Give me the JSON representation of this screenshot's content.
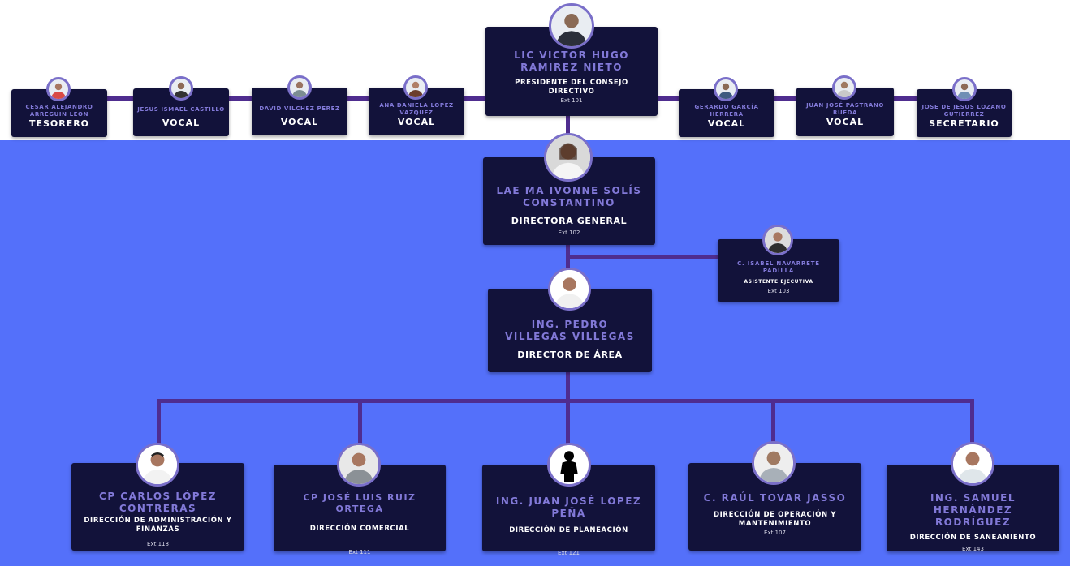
{
  "colors": {
    "background_top": "#ffffff",
    "background_main": "#5470fa",
    "card": "#12123a",
    "connector": "#4f2d8f",
    "name_text": "#8279d8",
    "role_text": "#ffffff"
  },
  "president": {
    "name": "LIC VICTOR HUGO RAMIREZ NIETO",
    "role": "PRESIDENTE  DEL CONSEJO DIRECTIVO",
    "ext": "Ext 101"
  },
  "board_left": [
    {
      "name": "CESAR ALEJANDRO ARREGUIN LEON",
      "role": "TESORERO"
    },
    {
      "name": "JESUS ISMAEL CASTILLO",
      "role": "VOCAL"
    },
    {
      "name": "DAVID VILCHEZ PEREZ",
      "role": "VOCAL"
    },
    {
      "name": "ANA DANIELA LOPEZ VAZQUEZ",
      "role": "VOCAL"
    }
  ],
  "board_right": [
    {
      "name": "GERARDO GARCÍA HERRERA",
      "role": "VOCAL"
    },
    {
      "name": "JUAN JOSÉ PASTRANO RUEDA",
      "role": "VOCAL"
    },
    {
      "name": "JOSE DE JESUS LOZANO GUTIERREZ",
      "role": "SECRETARIO"
    }
  ],
  "director_general": {
    "name": "LAE MA IVONNE SOLÍS CONSTANTINO",
    "role": "DIRECTORA GENERAL",
    "ext": "Ext 102"
  },
  "assistant": {
    "name": "C. ISABEL NAVARRETE PADILLA",
    "role": "ASISTENTE EJECUTIVA",
    "ext": "Ext 103"
  },
  "area_director": {
    "name": "ING. PEDRO VILLEGAS VILLEGAS",
    "role": "DIRECTOR DE ÁREA"
  },
  "departments": [
    {
      "name": "CP CARLOS LÓPEZ CONTRERAS",
      "role": "DIRECCIÓN DE ADMINISTRACIÓN Y FINANZAS",
      "ext": "Ext 118"
    },
    {
      "name": "CP JOSÉ LUIS RUIZ ORTEGA",
      "role": "DIRECCIÓN COMERCIAL",
      "ext": "Ext 111"
    },
    {
      "name": "ING. JUAN JOSÉ LOPEZ PEÑA",
      "role": "DIRECCIÓN DE PLANEACIÓN",
      "ext": "Ext 121"
    },
    {
      "name": "C. RAÚL TOVAR JASSO",
      "role": "DIRECCIÓN DE OPERACIÓN Y MANTENIMIENTO",
      "ext": "Ext 107"
    },
    {
      "name": "ING. SAMUEL HERNÁNDEZ RODRÍGUEZ",
      "role": "DIRECCIÓN DE SANEAMIENTO",
      "ext": "Ext 143"
    }
  ],
  "icons": {
    "photo": "person-photo-icon",
    "placeholder": "person-silhouette-icon"
  }
}
